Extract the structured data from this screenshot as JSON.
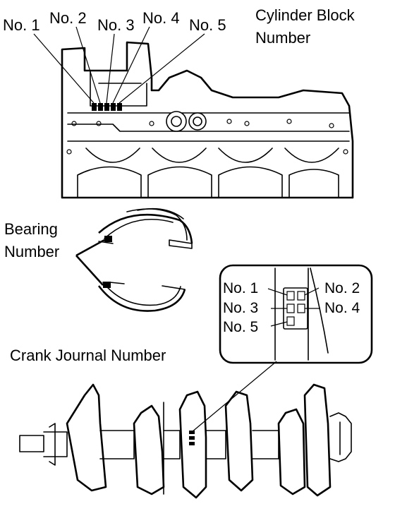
{
  "block_labels": {
    "no1": "No. 1",
    "no2": "No. 2",
    "no3": "No. 3",
    "no4": "No. 4",
    "no5": "No. 5"
  },
  "cylinder_block_number": {
    "line1": "Cylinder Block",
    "line2": "Number"
  },
  "bearing_number": {
    "line1": "Bearing",
    "line2": "Number"
  },
  "inset_labels": {
    "no1": "No. 1",
    "no2": "No. 2",
    "no3": "No. 3",
    "no4": "No. 4",
    "no5": "No. 5"
  },
  "crank_journal_number": "Crank Journal Number",
  "colors": {
    "ink": "#000000",
    "paper": "#ffffff"
  }
}
